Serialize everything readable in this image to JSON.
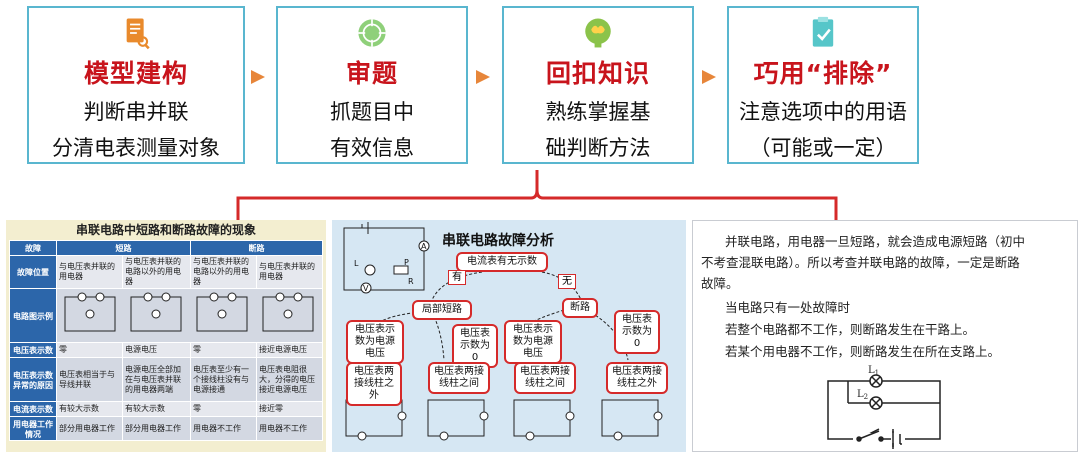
{
  "steps": [
    {
      "icon": "document-icon",
      "color": "#e98a2c",
      "title": "模型建构",
      "lines": [
        "判断串并联",
        "分清电表测量对象"
      ]
    },
    {
      "icon": "target-icon",
      "color": "#7fc86b",
      "title": "审题",
      "lines": [
        "抓题目中",
        "有效信息"
      ]
    },
    {
      "icon": "brain-icon",
      "color": "#79b93a",
      "title": "回扣知识",
      "lines": [
        "熟练掌握基",
        "础判断方法"
      ]
    },
    {
      "icon": "checklist-icon",
      "color": "#4ec3c7",
      "title": "巧用“排除”",
      "lines": [
        "注意选项中的用语",
        "（可能或一定）"
      ]
    }
  ],
  "table_panel": {
    "title": "串联电路中短路和断路故障的现象",
    "head": [
      "故障",
      "短路",
      "断路"
    ],
    "rows": [
      {
        "label": "故障位置",
        "cells": [
          "与电压表并联的用电器",
          "与电压表并联的电路以外的用电器",
          "与电压表并联的电路以外的用电器",
          "与电压表并联的用电器"
        ]
      },
      {
        "label": "电路图示例",
        "cells": [
          "",
          "",
          "",
          ""
        ]
      },
      {
        "label": "电压表示数",
        "cells": [
          "零",
          "电源电压",
          "零",
          "接近电源电压"
        ]
      },
      {
        "label": "电压表示数异常的原因",
        "cells": [
          "电压表相当于与导线并联",
          "电源电压全部加在与电压表并联的用电器两端",
          "电压表至少有一个接线柱没有与电源接通",
          "电压表电阻很大，分得的电压接近电源电压"
        ]
      },
      {
        "label": "电流表示数",
        "cells": [
          "有较大示数",
          "有较大示数",
          "零",
          "接近零"
        ]
      },
      {
        "label": "用电器工作情况",
        "cells": [
          "部分用电器工作",
          "部分用电器工作",
          "用电器不工作",
          "用电器不工作"
        ]
      }
    ]
  },
  "flow_panel": {
    "title": "串联电路故障分析",
    "root": "电流表有无示数",
    "yes": "有",
    "no": "无",
    "short": "局部短路",
    "open": "断路",
    "v_source_l": "电压表示数为电源电压",
    "v_zero_l": "电压表示数为0",
    "v_source_r": "电压表示数为电源电压",
    "v_zero_r": "电压表示数为0",
    "leaf1": "电压表两接线柱之外",
    "leaf2": "电压表两接线柱之间",
    "leaf3": "电压表两接线柱之间",
    "leaf4": "电压表两接线柱之外",
    "labels": {
      "A": "A",
      "V": "V",
      "L": "L",
      "R": "R",
      "P": "P"
    }
  },
  "text_panel": {
    "para1": "并联电路，用电器一旦短路，就会造成电源短路（初中",
    "para1b": "不考查混联电路）。所以考查并联电路的故障，一定是断路",
    "para1c": "故障。",
    "line2": "当电路只有一处故障时",
    "line3": "若整个电路都不工作，则断路发生在干路上。",
    "line4": "若某个用电器不工作，则断路发生在所在支路上。",
    "l1": "L",
    "l1sub": "1",
    "l2": "L",
    "l2sub": "2"
  },
  "colors": {
    "title_red": "#c8141c",
    "box_border": "#59b6cf",
    "arrow": "#e7863a",
    "bracket": "#d52a2a"
  }
}
